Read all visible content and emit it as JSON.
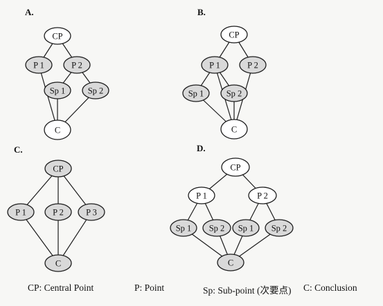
{
  "colors": {
    "background": "#f7f7f5",
    "node_white": "#ffffff",
    "node_gray": "#d9d9d9",
    "ink": "#1c1c1c"
  },
  "panels": [
    {
      "label": "A.",
      "nodes": [
        {
          "id": "cp",
          "label": "CP",
          "fill": "white"
        },
        {
          "id": "p1",
          "label": "P 1",
          "fill": "gray"
        },
        {
          "id": "p2",
          "label": "P 2",
          "fill": "gray"
        },
        {
          "id": "sp1",
          "label": "Sp 1",
          "fill": "gray"
        },
        {
          "id": "sp2",
          "label": "Sp 2",
          "fill": "gray"
        },
        {
          "id": "c",
          "label": "C",
          "fill": "white"
        }
      ],
      "edges": [
        [
          "cp",
          "p1"
        ],
        [
          "cp",
          "p2"
        ],
        [
          "p1",
          "c"
        ],
        [
          "p2",
          "sp1"
        ],
        [
          "p2",
          "sp2"
        ],
        [
          "sp1",
          "c"
        ],
        [
          "sp2",
          "c"
        ]
      ]
    },
    {
      "label": "B.",
      "nodes": [
        {
          "id": "cp",
          "label": "CP",
          "fill": "white"
        },
        {
          "id": "p1",
          "label": "P 1",
          "fill": "gray"
        },
        {
          "id": "p2",
          "label": "P 2",
          "fill": "gray"
        },
        {
          "id": "sp1",
          "label": "Sp 1",
          "fill": "gray"
        },
        {
          "id": "sp2",
          "label": "Sp 2",
          "fill": "gray"
        },
        {
          "id": "c",
          "label": "C",
          "fill": "white"
        }
      ],
      "edges": [
        [
          "cp",
          "p1"
        ],
        [
          "cp",
          "p2"
        ],
        [
          "p1",
          "sp1"
        ],
        [
          "p1",
          "sp2"
        ],
        [
          "p1",
          "c"
        ],
        [
          "sp1",
          "c"
        ],
        [
          "sp2",
          "c"
        ],
        [
          "p2",
          "c"
        ]
      ]
    },
    {
      "label": "C.",
      "nodes": [
        {
          "id": "cp",
          "label": "CP",
          "fill": "gray"
        },
        {
          "id": "p1",
          "label": "P 1",
          "fill": "gray"
        },
        {
          "id": "p2",
          "label": "P 2",
          "fill": "gray"
        },
        {
          "id": "p3",
          "label": "P 3",
          "fill": "gray"
        },
        {
          "id": "c",
          "label": "C",
          "fill": "gray"
        }
      ],
      "edges": [
        [
          "cp",
          "p1"
        ],
        [
          "cp",
          "p2"
        ],
        [
          "cp",
          "p3"
        ],
        [
          "p1",
          "c"
        ],
        [
          "p2",
          "c"
        ],
        [
          "p3",
          "c"
        ]
      ]
    },
    {
      "label": "D.",
      "nodes": [
        {
          "id": "cp",
          "label": "CP",
          "fill": "white"
        },
        {
          "id": "p1",
          "label": "P 1",
          "fill": "white"
        },
        {
          "id": "p2",
          "label": "P 2",
          "fill": "white"
        },
        {
          "id": "sp1a",
          "label": "Sp 1",
          "fill": "gray"
        },
        {
          "id": "sp2a",
          "label": "Sp 2",
          "fill": "gray"
        },
        {
          "id": "sp1b",
          "label": "Sp 1",
          "fill": "gray"
        },
        {
          "id": "sp2b",
          "label": "Sp 2",
          "fill": "gray"
        },
        {
          "id": "c",
          "label": "C",
          "fill": "gray"
        }
      ],
      "edges": [
        [
          "cp",
          "p1"
        ],
        [
          "cp",
          "p2"
        ],
        [
          "p1",
          "sp1a"
        ],
        [
          "p1",
          "sp2a"
        ],
        [
          "p2",
          "sp1b"
        ],
        [
          "p2",
          "sp2b"
        ],
        [
          "sp1a",
          "c"
        ],
        [
          "sp2a",
          "c"
        ],
        [
          "sp1b",
          "c"
        ],
        [
          "sp2b",
          "c"
        ]
      ]
    }
  ],
  "legend": {
    "cp": "CP: Central Point",
    "p": "P: Point",
    "sp": "Sp: Sub-point (次要点)",
    "c": "C: Conclusion"
  }
}
